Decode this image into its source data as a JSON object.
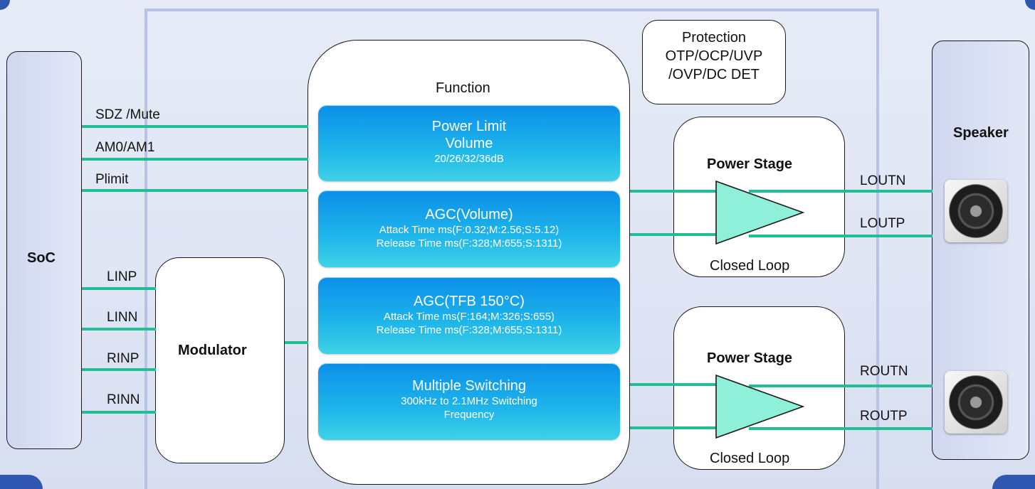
{
  "soc": {
    "label": "SoC"
  },
  "modulator": {
    "label": "Modulator"
  },
  "function": {
    "title": "Function",
    "boxes": [
      {
        "title1": "Power Limit",
        "title2": "Volume",
        "sub": [
          "20/26/32/36dB"
        ]
      },
      {
        "title1": "AGC(Volume)",
        "sub": [
          "Attack Time ms(F:0.32;M:2.56;S:5.12)",
          "Release Time ms(F:328;M:655;S:1311)"
        ]
      },
      {
        "title1": "AGC(TFB  150°C)",
        "sub": [
          "Attack Time ms(F:164;M:326;S:655)",
          "Release Time ms(F:328;M:655;S:1311)"
        ]
      },
      {
        "title1": "Multiple Switching",
        "sub": [
          "300kHz to 2.1MHz Switching",
          "Frequency"
        ]
      }
    ]
  },
  "protection": {
    "title": "Protection",
    "line1": "OTP/OCP/UVP",
    "line2": "/OVP/DC DET"
  },
  "power_stages": [
    {
      "title": "Power Stage",
      "caption": "Closed Loop"
    },
    {
      "title": "Power Stage",
      "caption": "Closed Loop"
    }
  ],
  "speaker": {
    "label": "Speaker"
  },
  "signals": {
    "control": [
      "SDZ /Mute",
      "AM0/AM1",
      "Plimit"
    ],
    "inputs": [
      "LINP",
      "LINN",
      "RINP",
      "RINN"
    ],
    "outputs": [
      "LOUTN",
      "LOUTP",
      "ROUTN",
      "ROUTP"
    ]
  },
  "colors": {
    "wire": "#1fbf93",
    "amp_fill": "#8ef0d8",
    "function_box": "#1ea5ea",
    "title_blue": "#1d3fb8"
  },
  "icons": {
    "speaker": "speaker-icon",
    "amplifier": "amplifier-triangle-icon"
  }
}
